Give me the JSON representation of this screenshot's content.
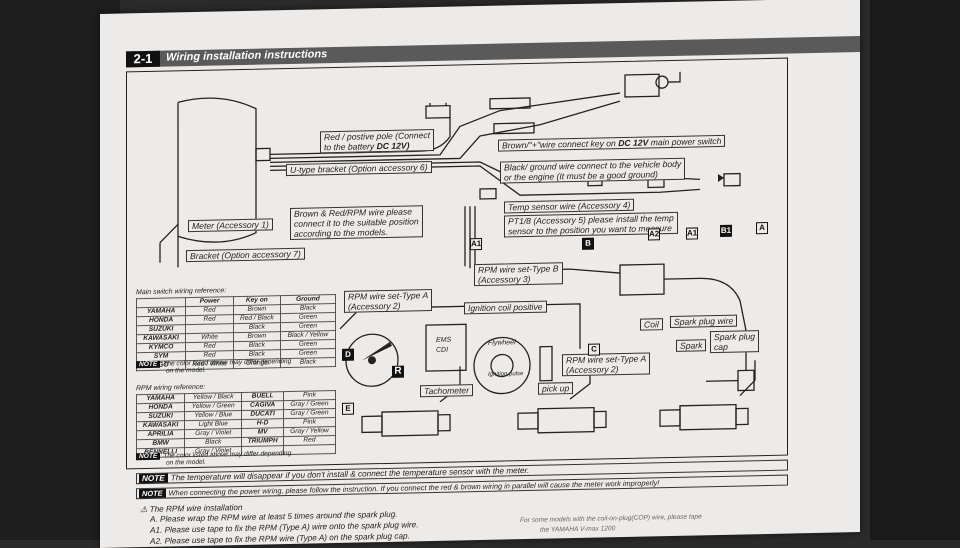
{
  "header": {
    "num": "2-1",
    "title": "Wiring installation instructions"
  },
  "labels": {
    "red_pole_1": "Red / postive pole (Connect",
    "red_pole_2": "to the battery ",
    "red_pole_bold": "DC 12V)",
    "brown_key_pre": "Brown/\"+\"wire connect key on ",
    "brown_key_bold": "DC 12V",
    "brown_key_post": " main power switch",
    "bracket_u": "U-type bracket (Option accessory 6)",
    "black_ground_1": "Black/ ground wire connect to the vehicle  body",
    "black_ground_2": "or the engine (It must be a good ground)",
    "brown_red_1": "Brown & Red/RPM wire  please",
    "brown_red_2": "connect it to the suitable position",
    "brown_red_3": "according to the models.",
    "temp_sensor": "Temp sensor wire (Accessory 4)",
    "pt18_1": "PT1/8 (Accessory 5) please install the temp",
    "pt18_2": "sensor to the position you want to measure",
    "meter": "Meter (Accessory 1)",
    "bracket_opt": "Bracket (Option accessory 7)",
    "rpm_b_1": "RPM wire set-Type B",
    "rpm_b_2": "(Accessory 3)",
    "rpm_a_1": "RPM wire set-Type A",
    "rpm_a_2": "(Accessory 2)",
    "ignition_coil": "Ignition coil positive",
    "coil": "Coil",
    "spark_plug_wire": "Spark plug wire",
    "spark": "Spark",
    "spark_cap_1": "Spark plug",
    "spark_cap_2": "cap",
    "rpm_a2_1": "RPM wire set-Type A",
    "rpm_a2_2": "(Accessory 2)",
    "tachometer": "Tachometer",
    "pickup": "pick up",
    "flywheel": "Flywheel",
    "ignition_pulse": "Ignition pulse",
    "ems_1": "EMS",
    "ems_2": "CDI"
  },
  "tags": {
    "a1": "A1",
    "b": "B",
    "c": "C",
    "d": "D",
    "e": "E",
    "a2": "A2",
    "a1b": "A1",
    "b1": "B1",
    "a": "A",
    "r": "R"
  },
  "main_switch": {
    "caption": "Main switch wiring reference:",
    "headers": [
      "",
      "Power",
      "Key on",
      "Ground"
    ],
    "rows": [
      [
        "YAMAHA",
        "Red",
        "Brown",
        "Black"
      ],
      [
        "HONDA",
        "Red",
        "Red / Black",
        "Green"
      ],
      [
        "SUZUKI",
        "",
        "Black",
        "Green"
      ],
      [
        "KAWASAKI",
        "White",
        "Brown",
        "Black / Yellow"
      ],
      [
        "KYMCO",
        "Red",
        "Black",
        "Green"
      ],
      [
        "SYM",
        "Red",
        "Black",
        "Green"
      ],
      [
        "PGO",
        "Red / White",
        "Orange",
        "Black"
      ]
    ],
    "note_key": "NOTE",
    "note_1": "The color listed above may differ depending",
    "note_2": "on the model."
  },
  "rpm_ref": {
    "caption": "RPM wiring reference:",
    "rows": [
      [
        "YAMAHA",
        "Yellow / Black",
        "BUELL",
        "Pink"
      ],
      [
        "HONDA",
        "Yellow / Green",
        "CAGIVA",
        "Gray / Green"
      ],
      [
        "SUZUKI",
        "Yellow / Blue",
        "DUCATI",
        "Gray / Green"
      ],
      [
        "KAWASAKI",
        "Light Blue",
        "H-D",
        "Pink"
      ],
      [
        "APRILIA",
        "Gray / Violet",
        "MV",
        "Gray / Yellow"
      ],
      [
        "BMW",
        "Black",
        "TRIUMPH",
        "Red"
      ],
      [
        "BENNELLI",
        "Gray / Violet",
        "",
        ""
      ]
    ],
    "note_key": "NOTE",
    "note_1": "The color listed above may differ depending",
    "note_2": "on the model."
  },
  "notes": [
    {
      "key": "NOTE",
      "text": "The temperature will disappear if you don't install & connect the temperature sensor with the meter."
    },
    {
      "key": "NOTE",
      "text": "When connecting the power wiring, please follow the instruction. If you connect the red & brown wiring in parallel will cause the meter work improperly!"
    }
  ],
  "instructions": {
    "heading": "The RPM wire installation",
    "a": "A. Please wrap the RPM wire at least 5 times around the spark plug.",
    "a1": "A1. Please use tape to fix the RPM (Type A) wire onto the spark plug wire.",
    "a2": "A2. Please use tape to fix the RPM wire (Type A) on the spark plug cap.",
    "side": "For some models with the coil-on-plug(COP) wire, please tape",
    "side2": "the YAMAHA V-max 1200"
  }
}
